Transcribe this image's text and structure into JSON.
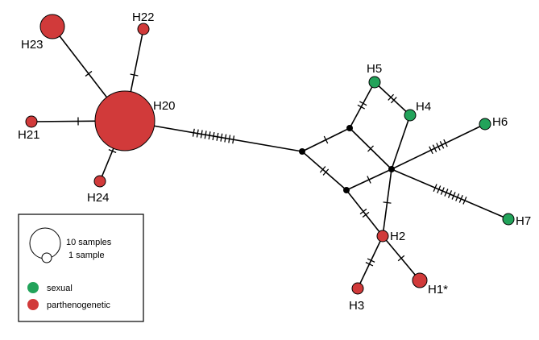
{
  "colors": {
    "sexual": "#22a35a",
    "parthenogenetic": "#d13a3a",
    "median": "#000000",
    "edge": "#000000"
  },
  "nodes": [
    {
      "id": "H20",
      "label": "H20",
      "type": "parthenogenetic",
      "size": "large"
    },
    {
      "id": "H23",
      "label": "H23",
      "type": "parthenogenetic",
      "size": "medium"
    },
    {
      "id": "H22",
      "label": "H22",
      "type": "parthenogenetic",
      "size": "small"
    },
    {
      "id": "H21",
      "label": "H21",
      "type": "parthenogenetic",
      "size": "small"
    },
    {
      "id": "H24",
      "label": "H24",
      "type": "parthenogenetic",
      "size": "small"
    },
    {
      "id": "H5",
      "label": "H5",
      "type": "sexual",
      "size": "small"
    },
    {
      "id": "H4",
      "label": "H4",
      "type": "sexual",
      "size": "small"
    },
    {
      "id": "H6",
      "label": "H6",
      "type": "sexual",
      "size": "small"
    },
    {
      "id": "H7",
      "label": "H7",
      "type": "sexual",
      "size": "small"
    },
    {
      "id": "H2",
      "label": "H2",
      "type": "parthenogenetic",
      "size": "small"
    },
    {
      "id": "H3",
      "label": "H3",
      "type": "parthenogenetic",
      "size": "small"
    },
    {
      "id": "H1",
      "label": "H1*",
      "type": "parthenogenetic",
      "size": "small-plus"
    },
    {
      "id": "m1",
      "label": "",
      "type": "median"
    },
    {
      "id": "m2",
      "label": "",
      "type": "median"
    },
    {
      "id": "m3",
      "label": "",
      "type": "median"
    },
    {
      "id": "m4",
      "label": "",
      "type": "median"
    }
  ],
  "edges": [
    {
      "from": "H20",
      "to": "H23",
      "mutations": 1
    },
    {
      "from": "H20",
      "to": "H22",
      "mutations": 1
    },
    {
      "from": "H20",
      "to": "H21",
      "mutations": 1
    },
    {
      "from": "H20",
      "to": "H24",
      "mutations": 1
    },
    {
      "from": "H20",
      "to": "m1",
      "mutations": 11
    },
    {
      "from": "m1",
      "to": "m2",
      "mutations": 1
    },
    {
      "from": "m1",
      "to": "m3",
      "mutations": 2
    },
    {
      "from": "m2",
      "to": "H5",
      "mutations": 2
    },
    {
      "from": "H5",
      "to": "H4",
      "mutations": 2
    },
    {
      "from": "m2",
      "to": "m4",
      "mutations": 1
    },
    {
      "from": "H4",
      "to": "m4",
      "mutations": 0
    },
    {
      "from": "m4",
      "to": "H6",
      "mutations": 5
    },
    {
      "from": "m4",
      "to": "H7",
      "mutations": 9
    },
    {
      "from": "m4",
      "to": "m3",
      "mutations": 1
    },
    {
      "from": "m4",
      "to": "H2",
      "mutations": 1
    },
    {
      "from": "m3",
      "to": "H2",
      "mutations": 2
    },
    {
      "from": "H2",
      "to": "H3",
      "mutations": 2
    },
    {
      "from": "H2",
      "to": "H1",
      "mutations": 1
    }
  ],
  "legend": {
    "size_large_label": "10 samples",
    "size_small_label": "1 sample",
    "sexual_label": "sexual",
    "parthenogenetic_label": "parthenogenetic"
  }
}
